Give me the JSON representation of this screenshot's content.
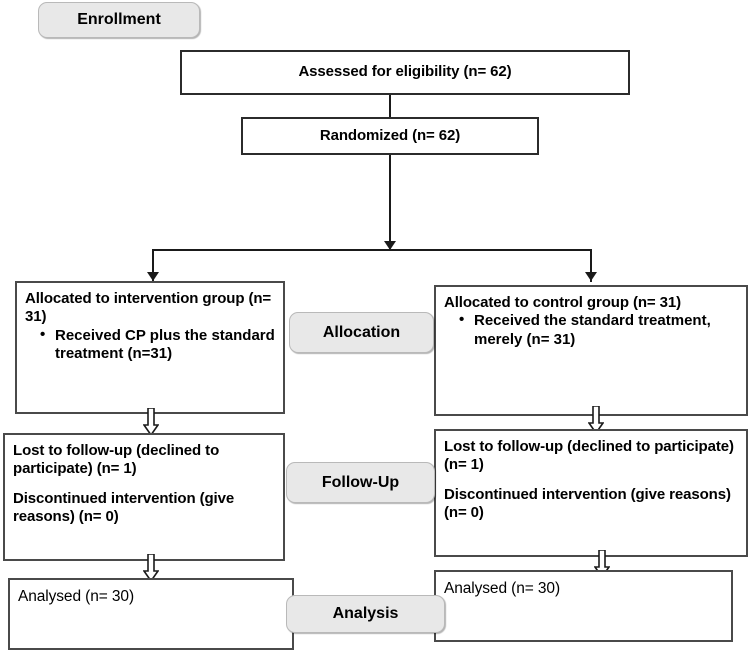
{
  "diagram": {
    "title": "CONSORT participant flow diagram",
    "type": "flowchart"
  },
  "stage_labels": {
    "enrollment": "Enrollment",
    "allocation": "Allocation",
    "followup": "Follow-Up",
    "analysis": "Analysis"
  },
  "enrollment": {
    "assessed": "Assessed for eligibility (n= 62)",
    "randomized": "Randomized (n= 62)"
  },
  "allocation": {
    "intervention": {
      "heading": "Allocated to intervention group (n= 31)",
      "bullets": [
        "Received CP plus the standard treatment (n=31)"
      ]
    },
    "control": {
      "heading": "Allocated to control group (n= 31)",
      "bullets": [
        "Received the standard treatment, merely (n= 31)"
      ]
    }
  },
  "followup": {
    "intervention": {
      "lost": "Lost to follow-up (declined to participate) (n= 1)",
      "discontinued": "Discontinued intervention (give reasons) (n= 0)"
    },
    "control": {
      "lost": "Lost to follow-up (declined to participate) (n= 1)",
      "discontinued": "Discontinued intervention (give reasons) (n= 0)"
    }
  },
  "analysis": {
    "intervention": "Analysed (n= 30)",
    "control": "Analysed (n= 30)"
  },
  "colors": {
    "pill_fill": "#e8e8e8",
    "pill_border": "#b9b9b9",
    "box_border": "#4a4a4a",
    "line": "#1a1a1a",
    "text": "#000000",
    "background": "#ffffff"
  }
}
